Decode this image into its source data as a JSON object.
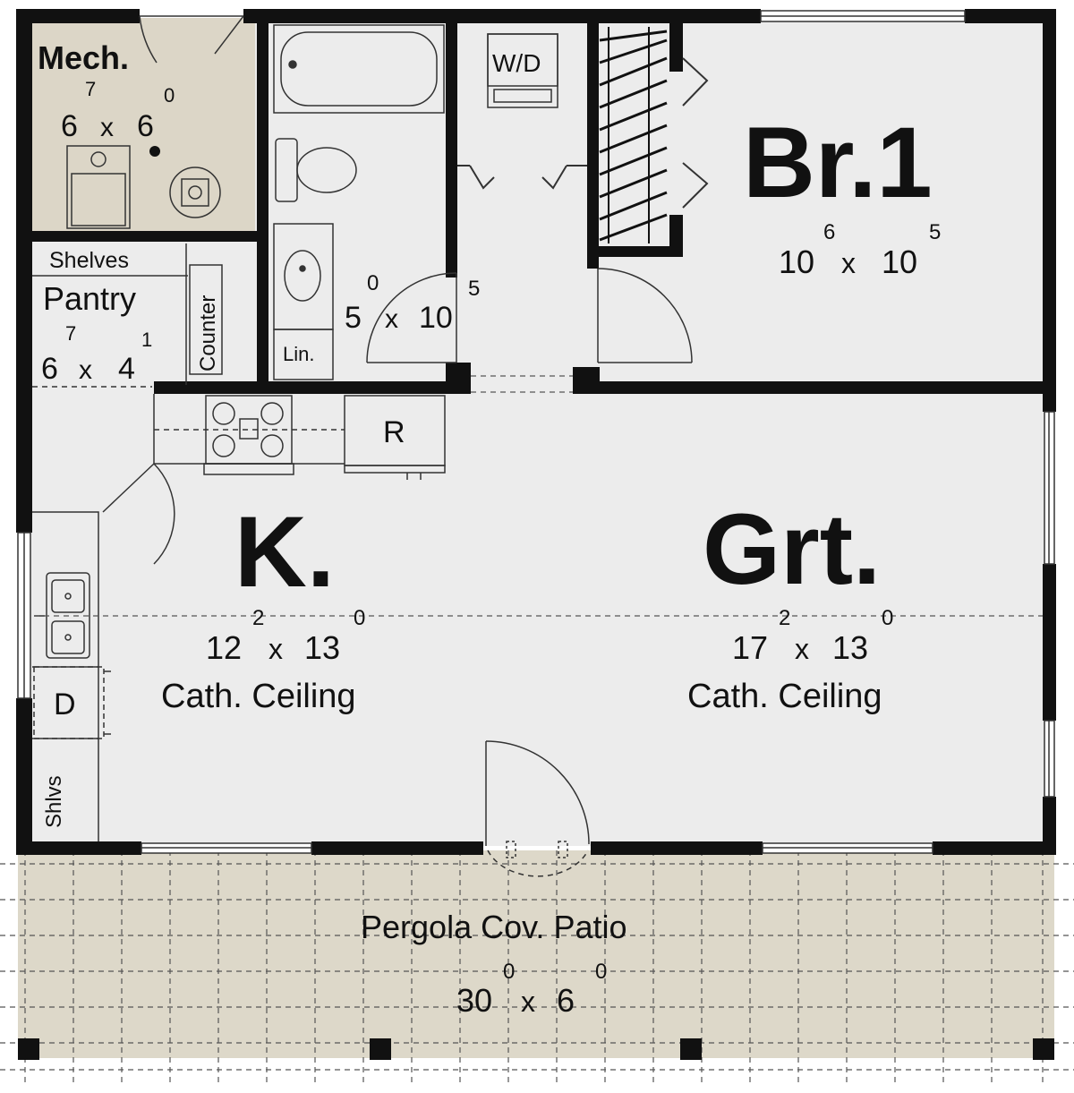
{
  "rooms": {
    "mech": {
      "name": "Mech.",
      "w": "6",
      "w_sup": "7",
      "sep": "x",
      "h": "6",
      "h_sup": "0"
    },
    "pantry": {
      "name": "Pantry",
      "w": "6",
      "w_sup": "7",
      "sep": "x",
      "h": "4",
      "h_sup": "1",
      "shelves": "Shelves",
      "counter": "Counter"
    },
    "bath": {
      "w": "5",
      "w_sup": "0",
      "sep": "x",
      "h": "10",
      "h_sup": "5",
      "linen": "Lin."
    },
    "laundry": {
      "label": "W/D"
    },
    "bedroom": {
      "name": "Br.1",
      "w": "10",
      "w_sup": "6",
      "sep": "x",
      "h": "10",
      "h_sup": "5"
    },
    "kitchen": {
      "name": "K.",
      "w": "12",
      "w_sup": "2",
      "sep": "x",
      "h": "13",
      "h_sup": "0",
      "ceiling": "Cath. Ceiling",
      "fridge": "R",
      "dishwasher": "D",
      "shelves": "Shlvs"
    },
    "great_room": {
      "name": "Grt.",
      "w": "17",
      "w_sup": "2",
      "sep": "x",
      "h": "13",
      "h_sup": "0",
      "ceiling": "Cath. Ceiling"
    },
    "patio": {
      "name": "Pergola Cov. Patio",
      "w": "30",
      "w_sup": "0",
      "sep": "x",
      "h": "6",
      "h_sup": "0"
    }
  },
  "colors": {
    "wall": "#111111",
    "floor": "#ececec",
    "mech_floor": "#dcd6c7",
    "patio_floor": "#ddd8c9",
    "background": "#ffffff"
  }
}
